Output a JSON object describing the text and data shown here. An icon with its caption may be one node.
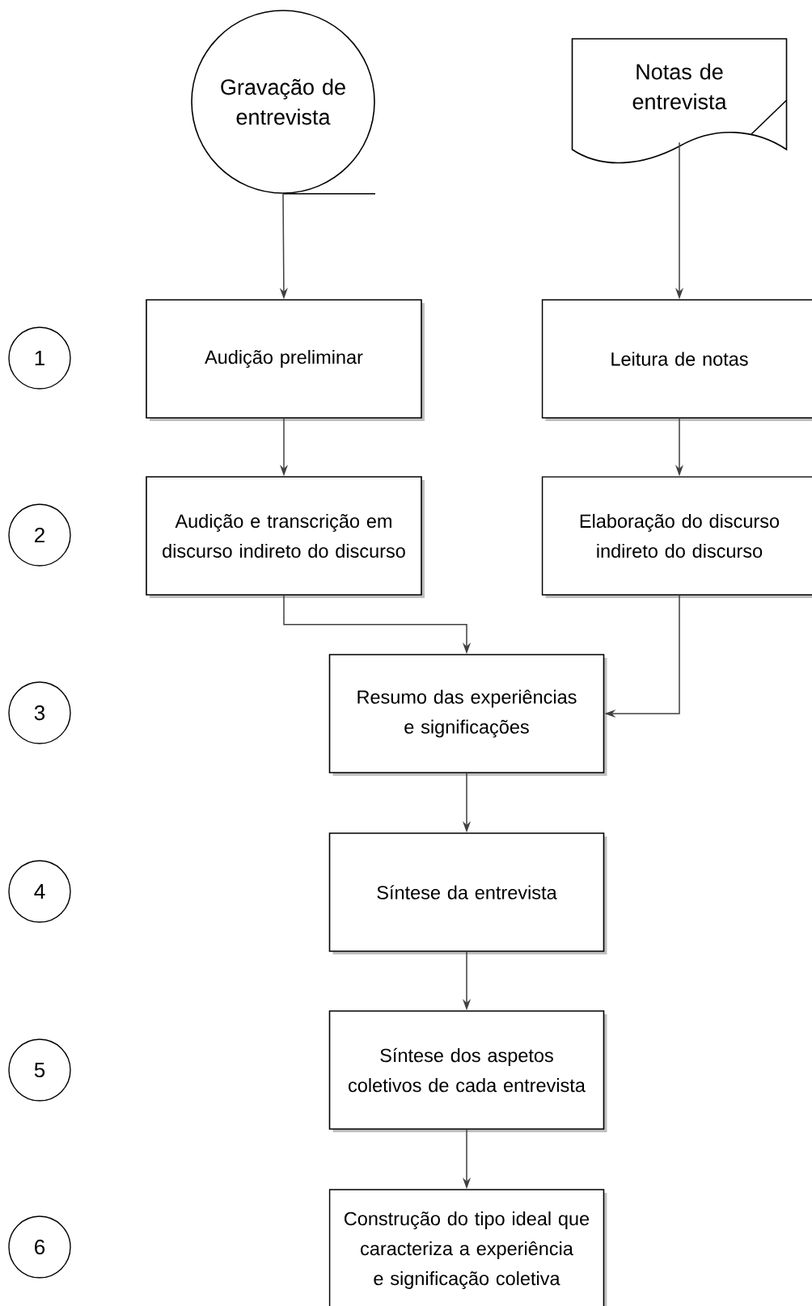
{
  "diagram": {
    "nodes": [
      {
        "text": [
          "Gravação de entrevista"
        ]
      },
      {
        "text": [
          "Notas de entrevista"
        ]
      },
      {
        "text": [
          "Audição preliminar"
        ]
      },
      {
        "text": [
          "Leitura de notas"
        ]
      },
      {
        "text": [
          "Audição e transcrição em discurso indireto do discurso"
        ]
      },
      {
        "text": [
          "Elaboração do discurso indireto do discurso"
        ]
      },
      {
        "text": [
          "Resumo das experiências e significações"
        ]
      },
      {
        "text": [
          "Síntese da entrevista"
        ]
      },
      {
        "text": [
          "Síntese dos aspetos coletivos de cada entrevista"
        ]
      },
      {
        "text": [
          "Construção do tipo ideal que caracteriza a experiência e significação coletiva"
        ]
      },
      {
        "text": [
          "1"
        ]
      },
      {
        "text": [
          "2"
        ]
      },
      {
        "text": [
          "3"
        ]
      },
      {
        "text": [
          "4"
        ]
      },
      {
        "text": [
          "5"
        ]
      },
      {
        "text": [
          "6"
        ]
      }
    ],
    "edges": [
      {
        "from": 0,
        "to": 2,
        "arrow": "to"
      },
      {
        "from": 1,
        "to": 3,
        "arrow": "to"
      },
      {
        "from": 2,
        "to": 4,
        "arrow": "to"
      },
      {
        "from": 3,
        "to": 5,
        "arrow": "to"
      },
      {
        "from": 4,
        "to": 6,
        "arrow": "to"
      },
      {
        "from": 5,
        "to": 6,
        "arrow": "to"
      },
      {
        "from": 6,
        "to": 7,
        "arrow": "to"
      },
      {
        "from": 7,
        "to": 8,
        "arrow": "to"
      },
      {
        "from": 8,
        "to": 9,
        "arrow": "to"
      }
    ]
  }
}
